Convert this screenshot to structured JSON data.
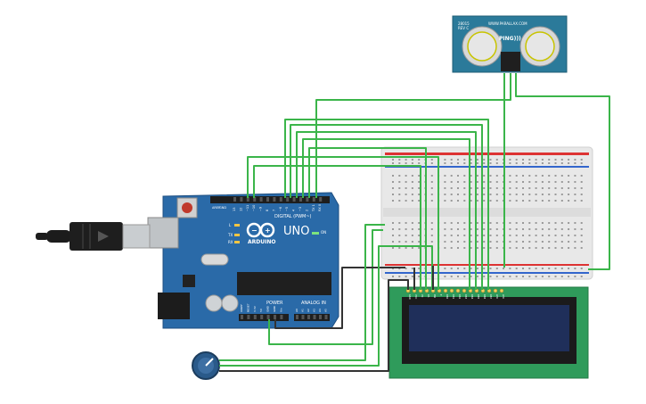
{
  "arduino": {
    "name": "UNO",
    "brand": "ARDUINO",
    "digital_label": "DIGITAL (PWM~)",
    "power_label": "POWER",
    "analog_label": "ANALOG IN",
    "on_label": "ON",
    "l_label": "L",
    "tx_label": "TX",
    "rx_label": "RX",
    "aref_label": "AREF",
    "gnd_label": "GND",
    "digital_pins": [
      "13",
      "12",
      "~11",
      "~10",
      "~9",
      "8",
      "7",
      "~6",
      "~5",
      "4",
      "~3",
      "2",
      "TX 1",
      "RX 0"
    ],
    "power_pins": [
      "IOREF",
      "RESET",
      "3.3V",
      "5V",
      "GND",
      "GND",
      "Vin"
    ],
    "analog_pins": [
      "A0",
      "A1",
      "A2",
      "A3",
      "A4",
      "A5"
    ]
  },
  "sensor": {
    "name": "PING)))",
    "site": "WWW.PARALLAX.COM",
    "code": "28015",
    "rev": "REV C"
  },
  "lcd": {
    "pins": [
      "GND",
      "VCC",
      "V0",
      "RS",
      "RW",
      "E",
      "DB0",
      "DB1",
      "DB2",
      "DB3",
      "DB4",
      "DB5",
      "DB6",
      "DB7",
      "LED",
      "LED"
    ]
  },
  "colors": {
    "board": "#2a6aa8",
    "wire_green": "#3bb54a",
    "wire_dark": "#333333",
    "sensor_body": "#2b7a9a",
    "lcd_screen": "#1f2f5a"
  },
  "icons": {
    "usb": "usb-cable-icon",
    "pot": "potentiometer-icon"
  }
}
